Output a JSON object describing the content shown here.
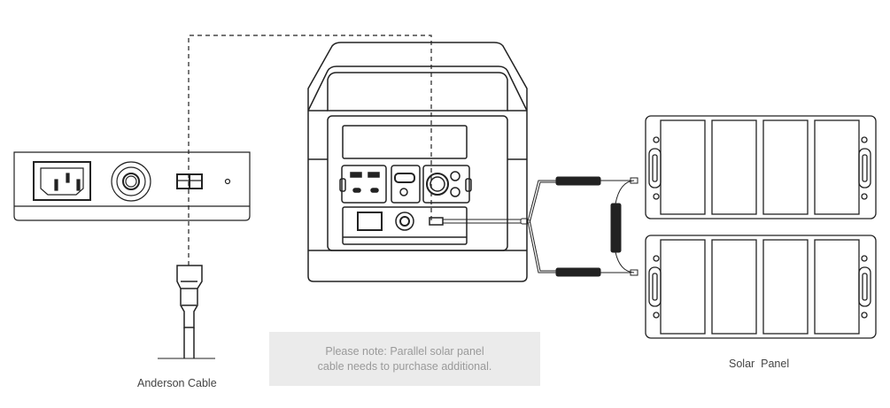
{
  "note": {
    "line1": "Please note: Parallel solar panel",
    "line2": "cable needs to purchase additional."
  },
  "labels": {
    "solar_panel": "Solar  Panel",
    "anderson_cable": "Anderson Cable"
  },
  "colors": {
    "line": "#222222",
    "note_bg": "#ebebeb",
    "note_text": "#9a9a9a"
  }
}
